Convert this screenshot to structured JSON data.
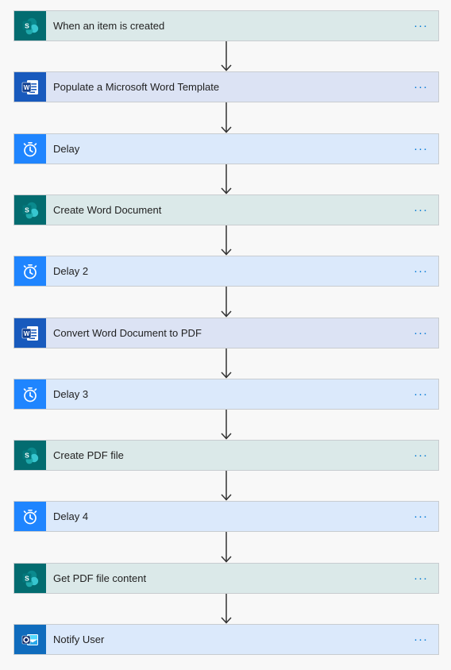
{
  "flow": {
    "steps": [
      {
        "label": "When an item is created",
        "connector": "sharepoint",
        "icon": "sharepoint-icon"
      },
      {
        "label": "Populate a Microsoft Word Template",
        "connector": "word",
        "icon": "word-icon"
      },
      {
        "label": "Delay",
        "connector": "schedule",
        "icon": "timer-icon"
      },
      {
        "label": "Create Word Document",
        "connector": "sharepoint",
        "icon": "sharepoint-icon"
      },
      {
        "label": "Delay 2",
        "connector": "schedule",
        "icon": "timer-icon"
      },
      {
        "label": "Convert Word Document to PDF",
        "connector": "word",
        "icon": "word-icon"
      },
      {
        "label": "Delay 3",
        "connector": "schedule",
        "icon": "timer-icon"
      },
      {
        "label": "Create PDF file",
        "connector": "sharepoint",
        "icon": "sharepoint-icon"
      },
      {
        "label": "Delay 4",
        "connector": "schedule",
        "icon": "timer-icon"
      },
      {
        "label": "Get PDF file content",
        "connector": "sharepoint",
        "icon": "sharepoint-icon"
      },
      {
        "label": "Notify User",
        "connector": "outlook",
        "icon": "outlook-icon"
      }
    ],
    "more_glyph": "···"
  },
  "colors": {
    "sharepoint": "#036c70",
    "word": "#185abd",
    "schedule": "#1f85ff",
    "outlook": "#0f6cbd",
    "more_actions": "#0078d4"
  }
}
